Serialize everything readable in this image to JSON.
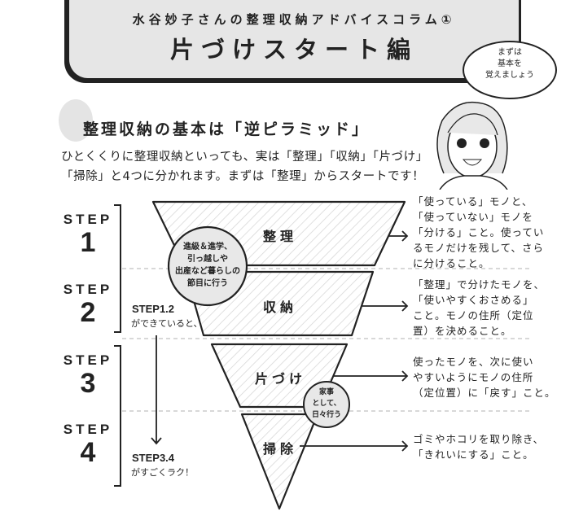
{
  "header": {
    "subtitle": "水谷妙子さんの整理収納アドバイスコラム①",
    "title": "片づけスタート編"
  },
  "speech_bubble": {
    "lines": [
      "まずは",
      "基本を",
      "覚えましょう"
    ]
  },
  "section": {
    "heading": "整理収納の基本は「逆ピラミッド」",
    "intro": [
      "ひとくくりに整理収納といっても、実は「整理」「収納」「片づけ」",
      "「掃除」と4つに分かれます。まずは「整理」からスタートです！"
    ]
  },
  "steps": [
    {
      "label": "STEP",
      "number": "1",
      "name": "整理",
      "desc": [
        "「使っている」モノと、",
        "「使っていない」モノを",
        "「分ける」こと。使ってい",
        "るモノだけを残して、さら",
        "に分けること。"
      ]
    },
    {
      "label": "STEP",
      "number": "2",
      "name": "収納",
      "desc": [
        "「整理」で分けたモノを、",
        "「使いやすくおさめる」",
        "こと。モノの住所（定位",
        "置）を決めること。"
      ]
    },
    {
      "label": "STEP",
      "number": "3",
      "name": "片づけ",
      "desc": [
        "使ったモノを、次に使い",
        "やすいようにモノの住所",
        "（定位置）に「戻す」こと。"
      ]
    },
    {
      "label": "STEP",
      "number": "4",
      "name": "掃除",
      "desc": [
        "ゴミやホコリを取り除き、",
        "「きれいにする」こと。"
      ]
    }
  ],
  "circle_1_2": [
    "進級＆進学、",
    "引っ越しや",
    "出産など暮らしの",
    "節目に行う"
  ],
  "circle_3_4": [
    "家事",
    "として、",
    "日々行う"
  ],
  "note_top": {
    "title": "STEP1.2",
    "text": "ができていると、"
  },
  "note_bottom": {
    "title": "STEP3.4",
    "text": "がすごくラク！"
  }
}
